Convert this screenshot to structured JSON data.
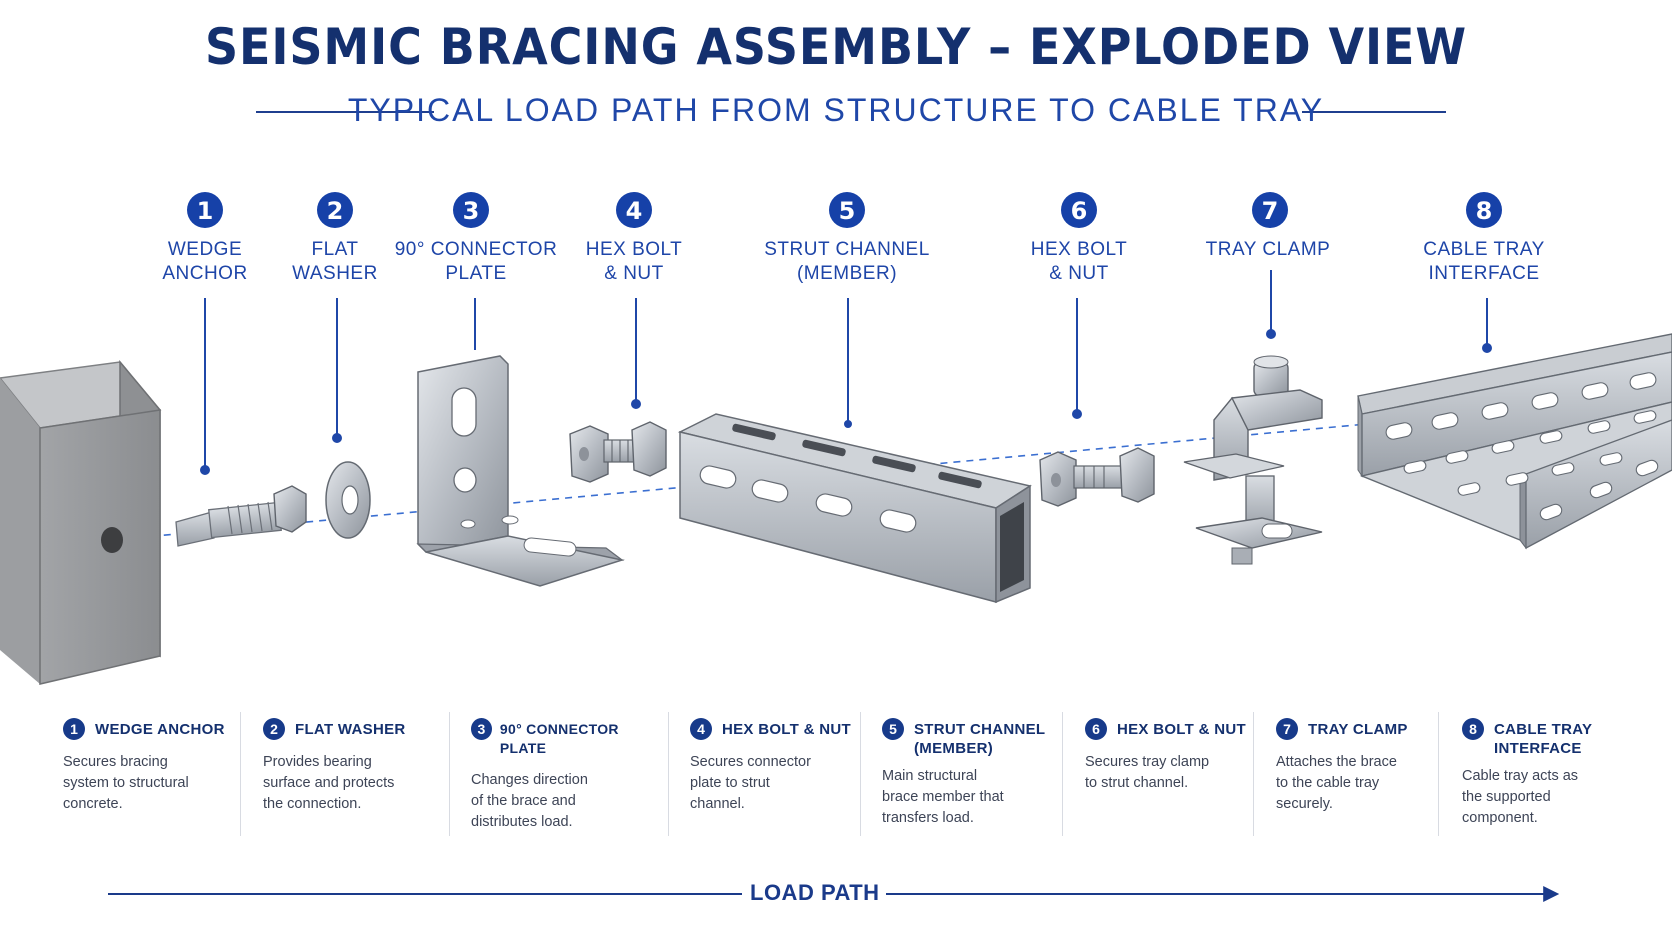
{
  "title": "SEISMIC BRACING ASSEMBLY – EXPLODED VIEW",
  "subtitle": "TYPICAL LOAD PATH FROM STRUCTURE TO CABLE TRAY",
  "components": [
    {
      "num": "1",
      "label_line1": "WEDGE",
      "label_line2": "ANCHOR",
      "legend_title": "WEDGE ANCHOR",
      "legend_title2": "",
      "desc": [
        "Secures bracing",
        "system to structural",
        "concrete."
      ]
    },
    {
      "num": "2",
      "label_line1": "FLAT",
      "label_line2": "WASHER",
      "legend_title": "FLAT WASHER",
      "legend_title2": "",
      "desc": [
        "Provides bearing",
        "surface and protects",
        "the connection."
      ]
    },
    {
      "num": "3",
      "label_line1": "90° CONNECTOR",
      "label_line2": "PLATE",
      "legend_title": "90° CONNECTOR PLATE",
      "legend_title2": "",
      "desc": [
        "Changes direction",
        "of the brace and",
        "distributes load."
      ]
    },
    {
      "num": "4",
      "label_line1": "HEX BOLT",
      "label_line2": "& NUT",
      "legend_title": "HEX BOLT & NUT",
      "legend_title2": "",
      "desc": [
        "Secures connector",
        "plate to strut",
        "channel."
      ]
    },
    {
      "num": "5",
      "label_line1": "STRUT CHANNEL",
      "label_line2": "(MEMBER)",
      "legend_title": "STRUT CHANNEL",
      "legend_title2": "(MEMBER)",
      "desc": [
        "Main structural",
        "brace member that",
        "transfers load."
      ]
    },
    {
      "num": "6",
      "label_line1": "HEX BOLT",
      "label_line2": "& NUT",
      "legend_title": "HEX BOLT & NUT",
      "legend_title2": "",
      "desc": [
        "Secures tray clamp",
        "to strut channel.",
        ""
      ]
    },
    {
      "num": "7",
      "label_line1": "TRAY CLAMP",
      "label_line2": "",
      "legend_title": "TRAY CLAMP",
      "legend_title2": "",
      "desc": [
        "Attaches the brace",
        "to the cable tray",
        "securely."
      ]
    },
    {
      "num": "8",
      "label_line1": "CABLE TRAY",
      "label_line2": "INTERFACE",
      "legend_title": "CABLE TRAY",
      "legend_title2": "INTERFACE",
      "desc": [
        "Cable tray acts as",
        "the supported",
        "component."
      ]
    }
  ],
  "load_path_label": "LOAD PATH",
  "colors": {
    "navy": "#14306e",
    "accent": "#1f47a8",
    "steel": "#b9bec6",
    "concrete": "#9a9c9f"
  }
}
